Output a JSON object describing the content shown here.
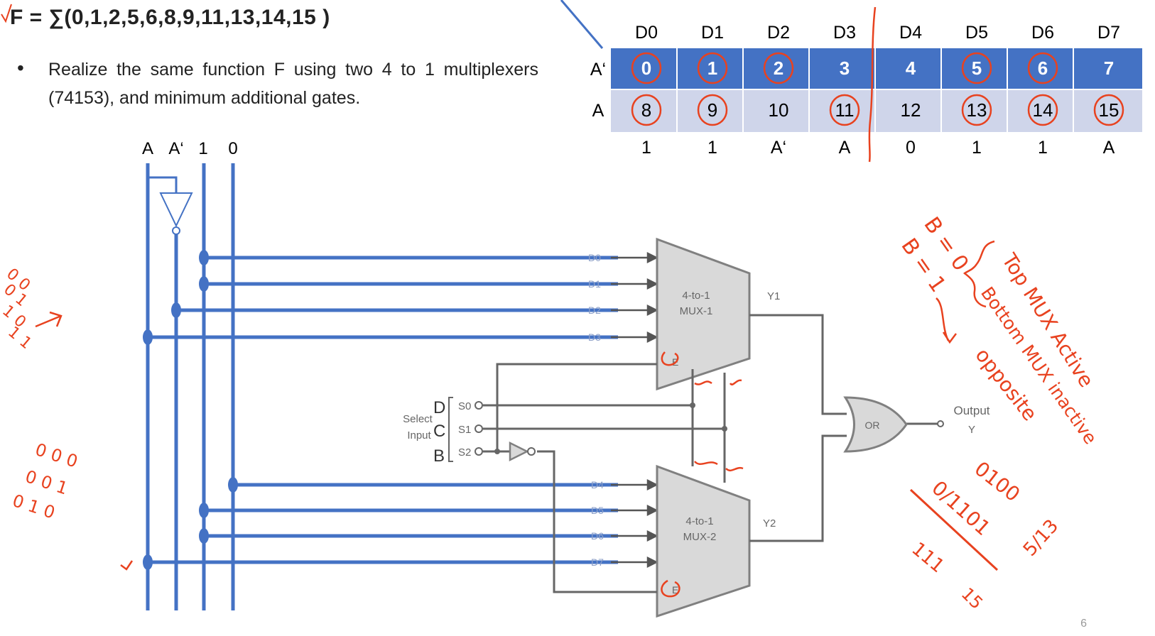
{
  "title": "F = ∑(0,1,2,5,6,8,9,11,13,14,15 )",
  "bullet": "Realize the same function F using two 4 to 1 multiplexers (74153), and minimum additional gates.",
  "table": {
    "headers": [
      "D0",
      "D1",
      "D2",
      "D3",
      "D4",
      "D5",
      "D6",
      "D7"
    ],
    "row_labels": [
      "A‘",
      "A"
    ],
    "row1": [
      "0",
      "1",
      "2",
      "3",
      "4",
      "5",
      "6",
      "7"
    ],
    "row2": [
      "8",
      "9",
      "10",
      "11",
      "12",
      "13",
      "14",
      "15"
    ],
    "circled_row1": [
      true,
      true,
      true,
      false,
      false,
      true,
      true,
      false
    ],
    "circled_row2": [
      true,
      true,
      false,
      true,
      false,
      true,
      true,
      true
    ],
    "result": [
      "1",
      "1",
      "A‘",
      "A",
      "0",
      "1",
      "1",
      "A"
    ]
  },
  "circuit": {
    "source_labels": [
      "A",
      "A‘",
      "1",
      "0"
    ],
    "mux1_inputs": [
      "D0",
      "D1",
      "D2",
      "D3"
    ],
    "mux2_inputs": [
      "D4",
      "D5",
      "D6",
      "D7"
    ],
    "mux1_label_line1": "4-to-1",
    "mux1_label_line2": "MUX-1",
    "mux2_label_line1": "4-to-1",
    "mux2_label_line2": "MUX-2",
    "y1": "Y1",
    "y2": "Y2",
    "enable": "E",
    "or_label": "OR",
    "output_line1": "Output",
    "output_line2": "Y",
    "select_line1": "Select",
    "select_line2": "Input",
    "select_vars": [
      "D",
      "C",
      "B"
    ],
    "select_pins": [
      "S0",
      "S1",
      "S2"
    ]
  },
  "annotations": {
    "b0": "B = 0",
    "b1": "B = 1",
    "top_mux": "Top MUX Active",
    "bottom_mux": "Bottom MUX inactive",
    "opposite": "opposite",
    "left_top": [
      "0 0",
      "0 1",
      "1 0",
      "1 1"
    ],
    "left_bottom": [
      "0 0 0",
      "0 0 1",
      "0 1 0"
    ],
    "right_bits1": "0100",
    "right_bits2": "0/1101",
    "right_bits3": "111",
    "right_num1": "5/13",
    "right_num2": "15"
  },
  "slide_number": "6",
  "colors": {
    "wire_blue": "#4472c4",
    "ink_red": "#e8421f",
    "mux_fill": "#d9d9d9",
    "mux_stroke": "#808080",
    "table_dark": "#4472c4",
    "table_light": "#cfd5ea"
  }
}
